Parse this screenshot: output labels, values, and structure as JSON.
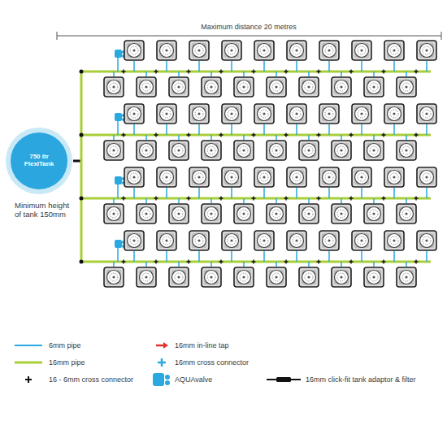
{
  "diagram": {
    "nodes": [
      {
        "text": [
          "750 ltr FlexiTank"
        ]
      }
    ],
    "labels": [
      "Maximum distance 20 metres",
      "Minimum height of tank 150mm"
    ],
    "legend": [
      {
        "text": "6mm pipe"
      },
      {
        "text": "16mm pipe"
      },
      {
        "text": "16 - 6mm cross connector"
      },
      {
        "text": "16mm in-line tap"
      },
      {
        "text": "16mm cross connector"
      },
      {
        "text": "AQUAvalve"
      },
      {
        "text": "16mm click-fit tank adaptor & filter"
      }
    ]
  }
}
